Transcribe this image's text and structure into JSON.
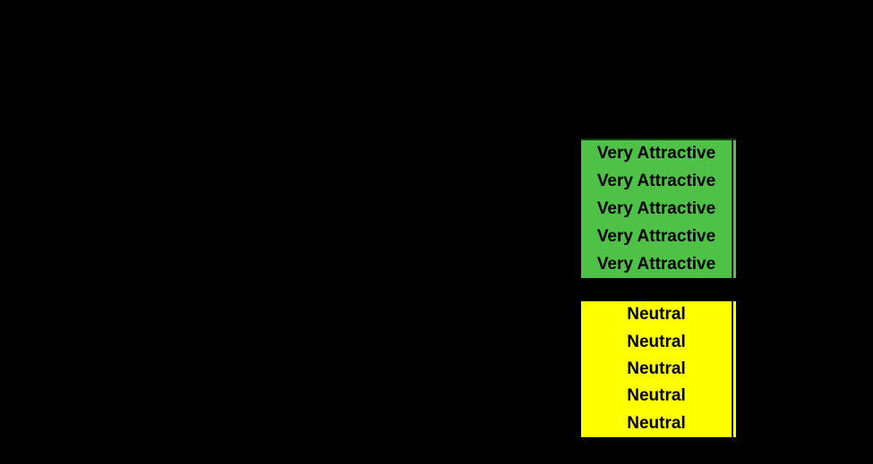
{
  "colors": {
    "background": "#000000",
    "green_fill": "#4DC247",
    "yellow_fill": "#FFFF00",
    "cell_text": "#000000",
    "grid_line": "#0A0A0A",
    "green_border": "#123A0E"
  },
  "blocks": {
    "very_attractive": {
      "cells": [
        "Very Attractive",
        "Very Attractive",
        "Very Attractive",
        "Very Attractive",
        "Very Attractive"
      ]
    },
    "neutral": {
      "cells": [
        "Neutral",
        "Neutral",
        "Neutral",
        "Neutral",
        "Neutral"
      ]
    }
  }
}
